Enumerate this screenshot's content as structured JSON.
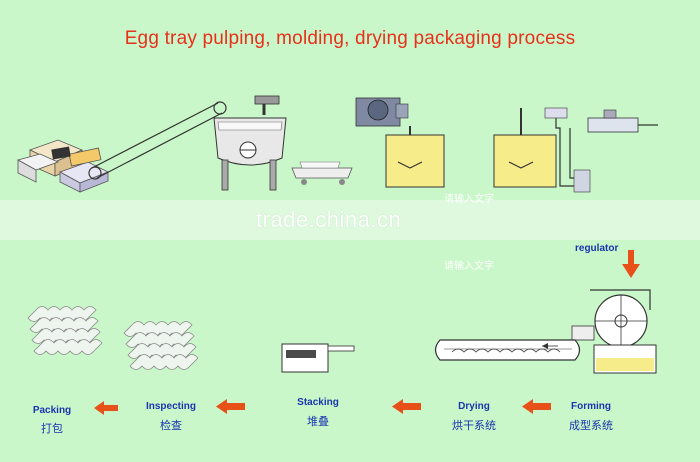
{
  "title": "Egg tray pulping, molding, drying packaging process",
  "watermark": "trade.china.cn",
  "placeholders": [
    "请输入文字",
    "请输入文字"
  ],
  "regulator_label": "regulator",
  "steps": [
    {
      "en": "Packing",
      "zh": "打包"
    },
    {
      "en": "Inspecting",
      "zh": "检查"
    },
    {
      "en": "Stacking",
      "zh": "堆叠"
    },
    {
      "en": "Drying",
      "zh": "烘干系统"
    },
    {
      "en": "Forming",
      "zh": "成型系统"
    }
  ],
  "colors": {
    "background": "#c9f7c9",
    "title": "#e8301a",
    "labels": "#1a35b0",
    "arrows": "#e8501a"
  }
}
